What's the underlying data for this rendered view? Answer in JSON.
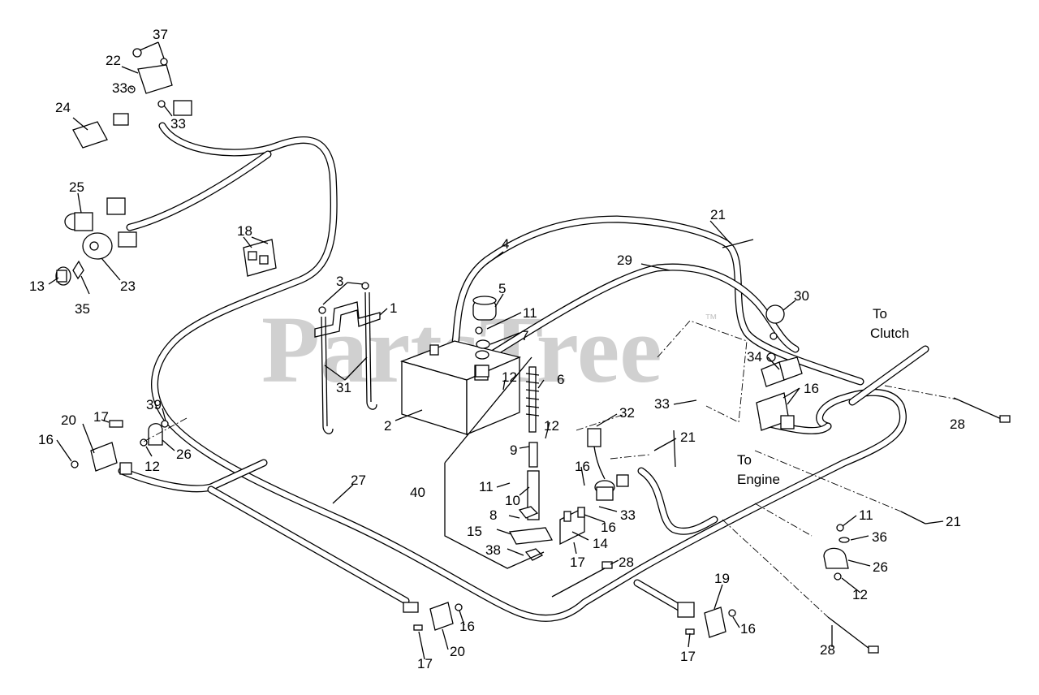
{
  "watermark": {
    "text": "PartsTree",
    "mark": "™"
  },
  "notes": {
    "to": "To",
    "clutch": "Clutch",
    "engine": "Engine"
  },
  "callouts": [
    {
      "id": "c37",
      "label": "37"
    },
    {
      "id": "c22",
      "label": "22"
    },
    {
      "id": "c33a",
      "label": "33"
    },
    {
      "id": "c33b",
      "label": "33"
    },
    {
      "id": "c24",
      "label": "24"
    },
    {
      "id": "c25",
      "label": "25"
    },
    {
      "id": "c18",
      "label": "18"
    },
    {
      "id": "c23",
      "label": "23"
    },
    {
      "id": "c13",
      "label": "13"
    },
    {
      "id": "c35",
      "label": "35"
    },
    {
      "id": "c3",
      "label": "3"
    },
    {
      "id": "c1",
      "label": "1"
    },
    {
      "id": "c4",
      "label": "4"
    },
    {
      "id": "c21a",
      "label": "21"
    },
    {
      "id": "c29",
      "label": "29"
    },
    {
      "id": "c30",
      "label": "30"
    },
    {
      "id": "c5",
      "label": "5"
    },
    {
      "id": "c11a",
      "label": "11"
    },
    {
      "id": "c7",
      "label": "7"
    },
    {
      "id": "c6",
      "label": "6"
    },
    {
      "id": "c12a",
      "label": "12"
    },
    {
      "id": "c34",
      "label": "34"
    },
    {
      "id": "c16a",
      "label": "16"
    },
    {
      "id": "c33c",
      "label": "33"
    },
    {
      "id": "c31",
      "label": "31"
    },
    {
      "id": "c2",
      "label": "2"
    },
    {
      "id": "c39",
      "label": "39"
    },
    {
      "id": "c17a",
      "label": "17"
    },
    {
      "id": "c20a",
      "label": "20"
    },
    {
      "id": "c16b",
      "label": "16"
    },
    {
      "id": "c12b",
      "label": "12"
    },
    {
      "id": "c26a",
      "label": "26"
    },
    {
      "id": "c9",
      "label": "9"
    },
    {
      "id": "c12c",
      "label": "12"
    },
    {
      "id": "c32",
      "label": "32"
    },
    {
      "id": "c21b",
      "label": "21"
    },
    {
      "id": "c28a",
      "label": "28"
    },
    {
      "id": "c27",
      "label": "27"
    },
    {
      "id": "c40",
      "label": "40"
    },
    {
      "id": "c11b",
      "label": "11"
    },
    {
      "id": "c10",
      "label": "10"
    },
    {
      "id": "c16c",
      "label": "16"
    },
    {
      "id": "c8",
      "label": "8"
    },
    {
      "id": "c33d",
      "label": "33"
    },
    {
      "id": "c16d",
      "label": "16"
    },
    {
      "id": "c15",
      "label": "15"
    },
    {
      "id": "c14",
      "label": "14"
    },
    {
      "id": "c38",
      "label": "38"
    },
    {
      "id": "c17b",
      "label": "17"
    },
    {
      "id": "c28b",
      "label": "28"
    },
    {
      "id": "c21c",
      "label": "21"
    },
    {
      "id": "c11c",
      "label": "11"
    },
    {
      "id": "c36",
      "label": "36"
    },
    {
      "id": "c26b",
      "label": "26"
    },
    {
      "id": "c12d",
      "label": "12"
    },
    {
      "id": "c19",
      "label": "19"
    },
    {
      "id": "c16e",
      "label": "16"
    },
    {
      "id": "c17c",
      "label": "17"
    },
    {
      "id": "c16f",
      "label": "16"
    },
    {
      "id": "c20b",
      "label": "20"
    },
    {
      "id": "c17d",
      "label": "17"
    },
    {
      "id": "c28c",
      "label": "28"
    }
  ]
}
